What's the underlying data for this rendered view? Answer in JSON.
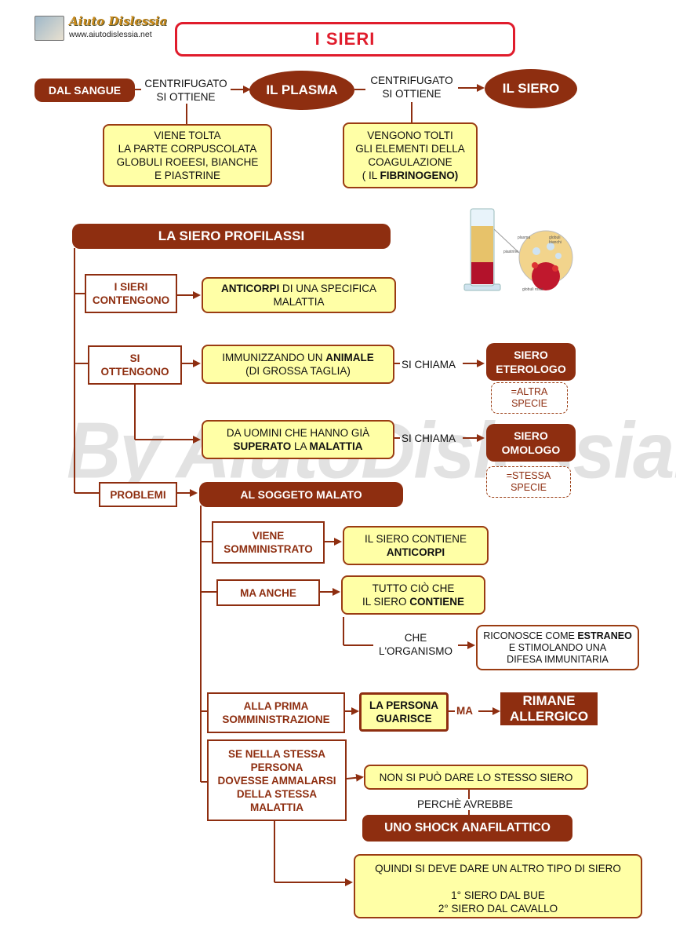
{
  "logo": {
    "name": "Aiuto Dislessia",
    "url": "www.aiutodislessia.net"
  },
  "title": "I SIERI",
  "watermark": "By AiutoDislessia.net",
  "top_flow": {
    "dal_sangue": "DAL SANGUE",
    "centrifugato_1a": "CENTRIFUGATO",
    "centrifugato_1b": "SI OTTIENE",
    "plasma": "IL PLASMA",
    "centrifugato_2a": "CENTRIFUGATO",
    "centrifugato_2b": "SI OTTIENE",
    "siero": "IL SIERO",
    "note1": [
      "VIENE TOLTA",
      "LA PARTE CORPUSCOLATA",
      "GLOBULI ROEESI, BIANCHE",
      "E PIASTRINE"
    ],
    "note2_lines": [
      "VENGONO TOLTI",
      "GLI ELEMENTI DELLA",
      "COAGULAZIONE"
    ],
    "note2_prefix": "( IL ",
    "note2_bold": "FIBRINOGENO)"
  },
  "illustration": {
    "labels": [
      "plasma",
      "globuli bianchi",
      "piastrine",
      "globuli rossi"
    ],
    "colors": {
      "plasma": "#e7c26a",
      "blood": "#b3122b",
      "glass": "#d7e9f4"
    }
  },
  "profilassi": {
    "header": "LA SIERO PROFILASSI",
    "contengono": [
      "I SIERI",
      "CONTENGONO"
    ],
    "anticorpi_bold": "ANTICORPI",
    "anticorpi_rest1": " DI UNA SPECIFICA",
    "anticorpi_rest2": "MALATTIA",
    "ottengono": [
      "SI",
      "OTTENGONO"
    ],
    "immunizzando_a": "IMMUNIZZANDO UN ",
    "immunizzando_b": "ANIMALE",
    "immunizzando_c": "(DI GROSSA TAGLIA)",
    "si_chiama_1": "SI CHIAMA",
    "eterologo": [
      "SIERO",
      "ETEROLOGO"
    ],
    "altra_specie": [
      "=ALTRA",
      "SPECIE"
    ],
    "uomini_a": "DA UOMINI CHE HANNO GIÀ",
    "uomini_b1": "SUPERATO",
    "uomini_b2": " LA ",
    "uomini_b3": "MALATTIA",
    "si_chiama_2": "SI CHIAMA",
    "omologo": [
      "SIERO",
      "OMOLOGO"
    ],
    "stessa_specie": [
      "=STESSA",
      "SPECIE"
    ]
  },
  "problemi": {
    "label": "PROBLEMI",
    "soggetto": "AL SOGGETO MALATO",
    "somministrato": [
      "VIENE",
      "SOMMINISTRATO"
    ],
    "contiene_a": "IL SIERO CONTIENE",
    "contiene_b": "ANTICORPI",
    "ma_anche": "MA ANCHE",
    "tutto_a": "TUTTO CIÒ CHE",
    "tutto_b1": "IL SIERO ",
    "tutto_b2": "CONTIENE",
    "che_organismo": [
      "CHE",
      "L'ORGANISMO"
    ],
    "riconosce_a1": "RICONOSCE COME ",
    "riconosce_a2": "ESTRANEO",
    "riconosce_b": "E STIMOLANDO UNA",
    "riconosce_c": "DIFESA IMMUNITARIA",
    "prima": [
      "ALLA PRIMA",
      "SOMMINISTRAZIONE"
    ],
    "guarisce": [
      "LA PERSONA",
      "GUARISCE"
    ],
    "ma": "MA",
    "allergico": [
      "RIMANE",
      "ALLERGICO"
    ],
    "stessa": [
      "SE NELLA STESSA",
      "PERSONA",
      "DOVESSE AMMALARSI",
      "DELLA STESSA",
      "MALATTIA"
    ],
    "non_si_puo": "NON SI PUÒ DARE LO STESSO SIERO",
    "perche": "PERCHÈ AVREBBE",
    "shock": "UNO SHOCK ANAFILATTICO",
    "quindi": "QUINDI SI DEVE DARE UN ALTRO TIPO DI SIERO",
    "bue": "1° SIERO DAL BUE",
    "cavallo": "2° SIERO DAL CAVALLO"
  }
}
